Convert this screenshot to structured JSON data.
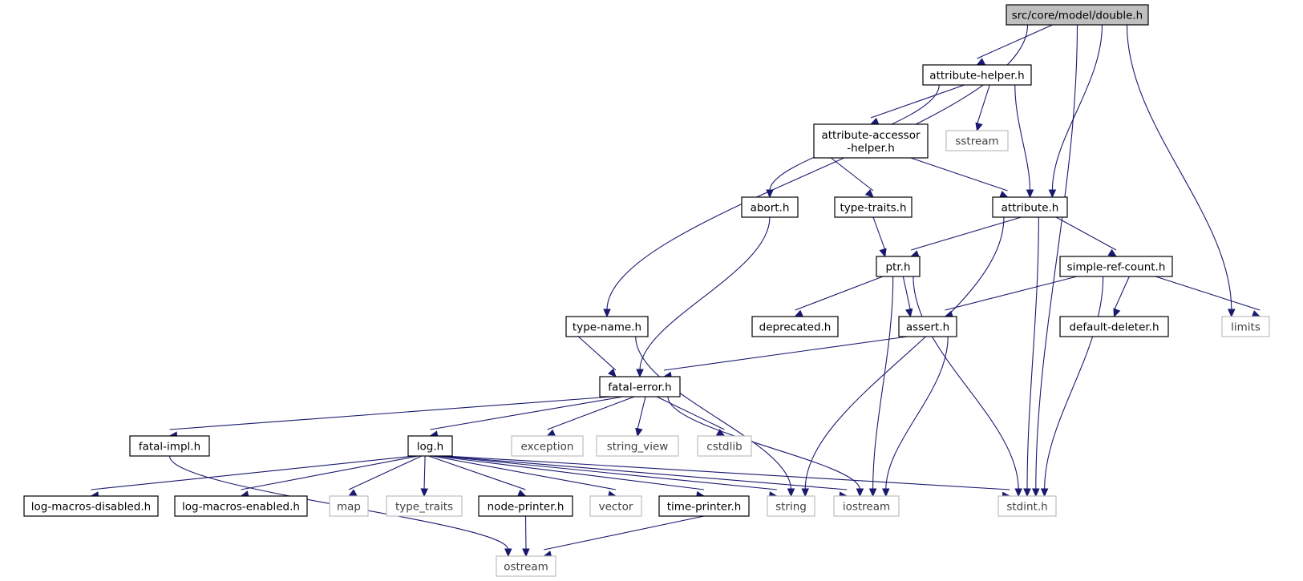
{
  "graph": {
    "title": "src/core/model/double.h",
    "colors": {
      "edge": "#191970",
      "root_fill": "#bfbfbf",
      "node_border": "#000000",
      "system_border": "#bfbfbf",
      "system_text": "#3f3f3f",
      "node_text": "#000000"
    },
    "nodes": [
      {
        "id": "double",
        "label": "src/core/model/double.h",
        "kind": "root"
      },
      {
        "id": "attribute-helper",
        "label": "attribute-helper.h",
        "kind": "file"
      },
      {
        "id": "attribute-accessor-helper",
        "label": "attribute-accessor\n-helper.h",
        "kind": "file"
      },
      {
        "id": "sstream",
        "label": "sstream",
        "kind": "system"
      },
      {
        "id": "abort",
        "label": "abort.h",
        "kind": "file"
      },
      {
        "id": "type-traits",
        "label": "type-traits.h",
        "kind": "file"
      },
      {
        "id": "attribute",
        "label": "attribute.h",
        "kind": "file"
      },
      {
        "id": "ptr",
        "label": "ptr.h",
        "kind": "file"
      },
      {
        "id": "simple-ref-count",
        "label": "simple-ref-count.h",
        "kind": "file"
      },
      {
        "id": "type-name",
        "label": "type-name.h",
        "kind": "file"
      },
      {
        "id": "deprecated",
        "label": "deprecated.h",
        "kind": "file"
      },
      {
        "id": "assert",
        "label": "assert.h",
        "kind": "file"
      },
      {
        "id": "default-deleter",
        "label": "default-deleter.h",
        "kind": "file"
      },
      {
        "id": "limits",
        "label": "limits",
        "kind": "system"
      },
      {
        "id": "fatal-error",
        "label": "fatal-error.h",
        "kind": "file"
      },
      {
        "id": "fatal-impl",
        "label": "fatal-impl.h",
        "kind": "file"
      },
      {
        "id": "log",
        "label": "log.h",
        "kind": "file"
      },
      {
        "id": "exception",
        "label": "exception",
        "kind": "system"
      },
      {
        "id": "string_view",
        "label": "string_view",
        "kind": "system"
      },
      {
        "id": "cstdlib",
        "label": "cstdlib",
        "kind": "system"
      },
      {
        "id": "log-macros-disabled",
        "label": "log-macros-disabled.h",
        "kind": "file"
      },
      {
        "id": "log-macros-enabled",
        "label": "log-macros-enabled.h",
        "kind": "file"
      },
      {
        "id": "map",
        "label": "map",
        "kind": "system"
      },
      {
        "id": "type_traits",
        "label": "type_traits",
        "kind": "system"
      },
      {
        "id": "node-printer",
        "label": "node-printer.h",
        "kind": "file"
      },
      {
        "id": "vector",
        "label": "vector",
        "kind": "system"
      },
      {
        "id": "time-printer",
        "label": "time-printer.h",
        "kind": "file"
      },
      {
        "id": "string",
        "label": "string",
        "kind": "system"
      },
      {
        "id": "iostream",
        "label": "iostream",
        "kind": "system"
      },
      {
        "id": "stdint",
        "label": "stdint.h",
        "kind": "system"
      },
      {
        "id": "ostream",
        "label": "ostream",
        "kind": "system"
      }
    ],
    "edges": [
      [
        "double",
        "type-name"
      ],
      [
        "double",
        "attribute-helper"
      ],
      [
        "double",
        "attribute"
      ],
      [
        "double",
        "limits"
      ],
      [
        "double",
        "stdint"
      ],
      [
        "attribute-helper",
        "abort"
      ],
      [
        "attribute-helper",
        "attribute-accessor-helper"
      ],
      [
        "attribute-helper",
        "sstream"
      ],
      [
        "attribute-helper",
        "attribute"
      ],
      [
        "attribute-accessor-helper",
        "type-traits"
      ],
      [
        "attribute-accessor-helper",
        "attribute"
      ],
      [
        "abort",
        "fatal-error"
      ],
      [
        "type-traits",
        "ptr"
      ],
      [
        "attribute",
        "string"
      ],
      [
        "attribute",
        "ptr"
      ],
      [
        "attribute",
        "simple-ref-count"
      ],
      [
        "attribute",
        "stdint"
      ],
      [
        "ptr",
        "deprecated"
      ],
      [
        "ptr",
        "assert"
      ],
      [
        "ptr",
        "iostream"
      ],
      [
        "ptr",
        "stdint"
      ],
      [
        "simple-ref-count",
        "assert"
      ],
      [
        "simple-ref-count",
        "default-deleter"
      ],
      [
        "simple-ref-count",
        "limits"
      ],
      [
        "simple-ref-count",
        "stdint"
      ],
      [
        "type-name",
        "fatal-error"
      ],
      [
        "type-name",
        "string"
      ],
      [
        "assert",
        "fatal-error"
      ],
      [
        "assert",
        "iostream"
      ],
      [
        "fatal-error",
        "fatal-impl"
      ],
      [
        "fatal-error",
        "log"
      ],
      [
        "fatal-error",
        "exception"
      ],
      [
        "fatal-error",
        "string_view"
      ],
      [
        "fatal-error",
        "cstdlib"
      ],
      [
        "fatal-error",
        "iostream"
      ],
      [
        "fatal-impl",
        "ostream"
      ],
      [
        "log",
        "log-macros-disabled"
      ],
      [
        "log",
        "log-macros-enabled"
      ],
      [
        "log",
        "map"
      ],
      [
        "log",
        "type_traits"
      ],
      [
        "log",
        "node-printer"
      ],
      [
        "log",
        "vector"
      ],
      [
        "log",
        "time-printer"
      ],
      [
        "log",
        "string"
      ],
      [
        "log",
        "iostream"
      ],
      [
        "log",
        "stdint"
      ],
      [
        "node-printer",
        "ostream"
      ],
      [
        "time-printer",
        "ostream"
      ]
    ]
  }
}
